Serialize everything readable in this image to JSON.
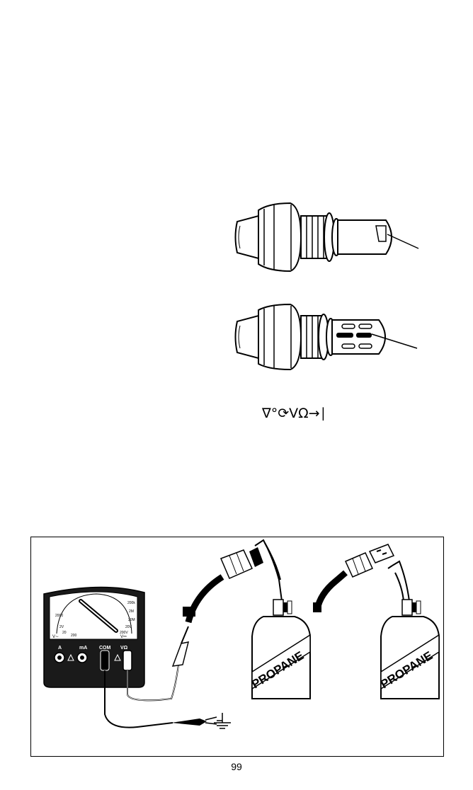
{
  "symbols_line": "∇°⟳VΩ→∣",
  "meter": {
    "jack_a": "A",
    "jack_ma": "mA",
    "jack_com": "COM",
    "jack_v": "VΩ",
    "range_labels": [
      "200k",
      "2M",
      "20M",
      "20V",
      "200V",
      "2V",
      "200",
      "20",
      "2000",
      "V∼",
      "V⎓"
    ]
  },
  "tanks": [
    {
      "label": "PROPANE"
    },
    {
      "label": "PROPANE"
    }
  ],
  "page_number": "99"
}
